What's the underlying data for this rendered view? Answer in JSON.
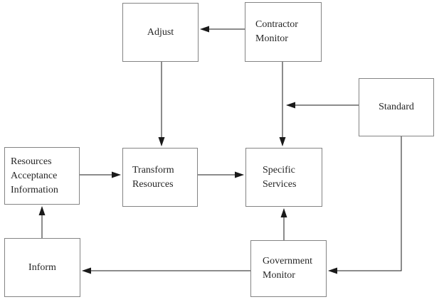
{
  "diagram": {
    "title": "Service monitoring flow diagram",
    "colors": {
      "background": "#ffffff",
      "box_border": "#848484",
      "box_fill": "#ffffff",
      "connector": "#1a1a1a",
      "text": "#262626"
    },
    "nodes": {
      "adjust": {
        "label": "Adjust",
        "lines": [
          "Adjust"
        ]
      },
      "contractor_monitor": {
        "label": "Contractor Monitor",
        "lines": [
          "Contractor",
          "Monitor"
        ]
      },
      "standard": {
        "label": "Standard",
        "lines": [
          "Standard"
        ]
      },
      "resources_acceptance_information": {
        "label": "Resources Acceptance Information",
        "lines": [
          "Resources",
          "Acceptance",
          "Information"
        ]
      },
      "transform_resources": {
        "label": "Transform Resources",
        "lines": [
          "Transform",
          "Resources"
        ]
      },
      "specific_services": {
        "label": "Specific Services",
        "lines": [
          "Specific",
          "Services"
        ]
      },
      "inform": {
        "label": "Inform",
        "lines": [
          "Inform"
        ]
      },
      "government_monitor": {
        "label": "Government Monitor",
        "lines": [
          "Government",
          "Monitor"
        ]
      }
    },
    "edges": [
      {
        "from": "Contractor Monitor",
        "to": "Adjust"
      },
      {
        "from": "Adjust",
        "to": "Transform Resources"
      },
      {
        "from": "Contractor Monitor",
        "to": "Specific Services"
      },
      {
        "from": "Standard",
        "to": "Specific Services"
      },
      {
        "from": "Resources Acceptance Information",
        "to": "Transform Resources"
      },
      {
        "from": "Transform Resources",
        "to": "Specific Services"
      },
      {
        "from": "Inform",
        "to": "Resources Acceptance Information"
      },
      {
        "from": "Government Monitor",
        "to": "Specific Services"
      },
      {
        "from": "Standard",
        "to": "Government Monitor"
      },
      {
        "from": "Government Monitor",
        "to": "Inform"
      }
    ]
  }
}
